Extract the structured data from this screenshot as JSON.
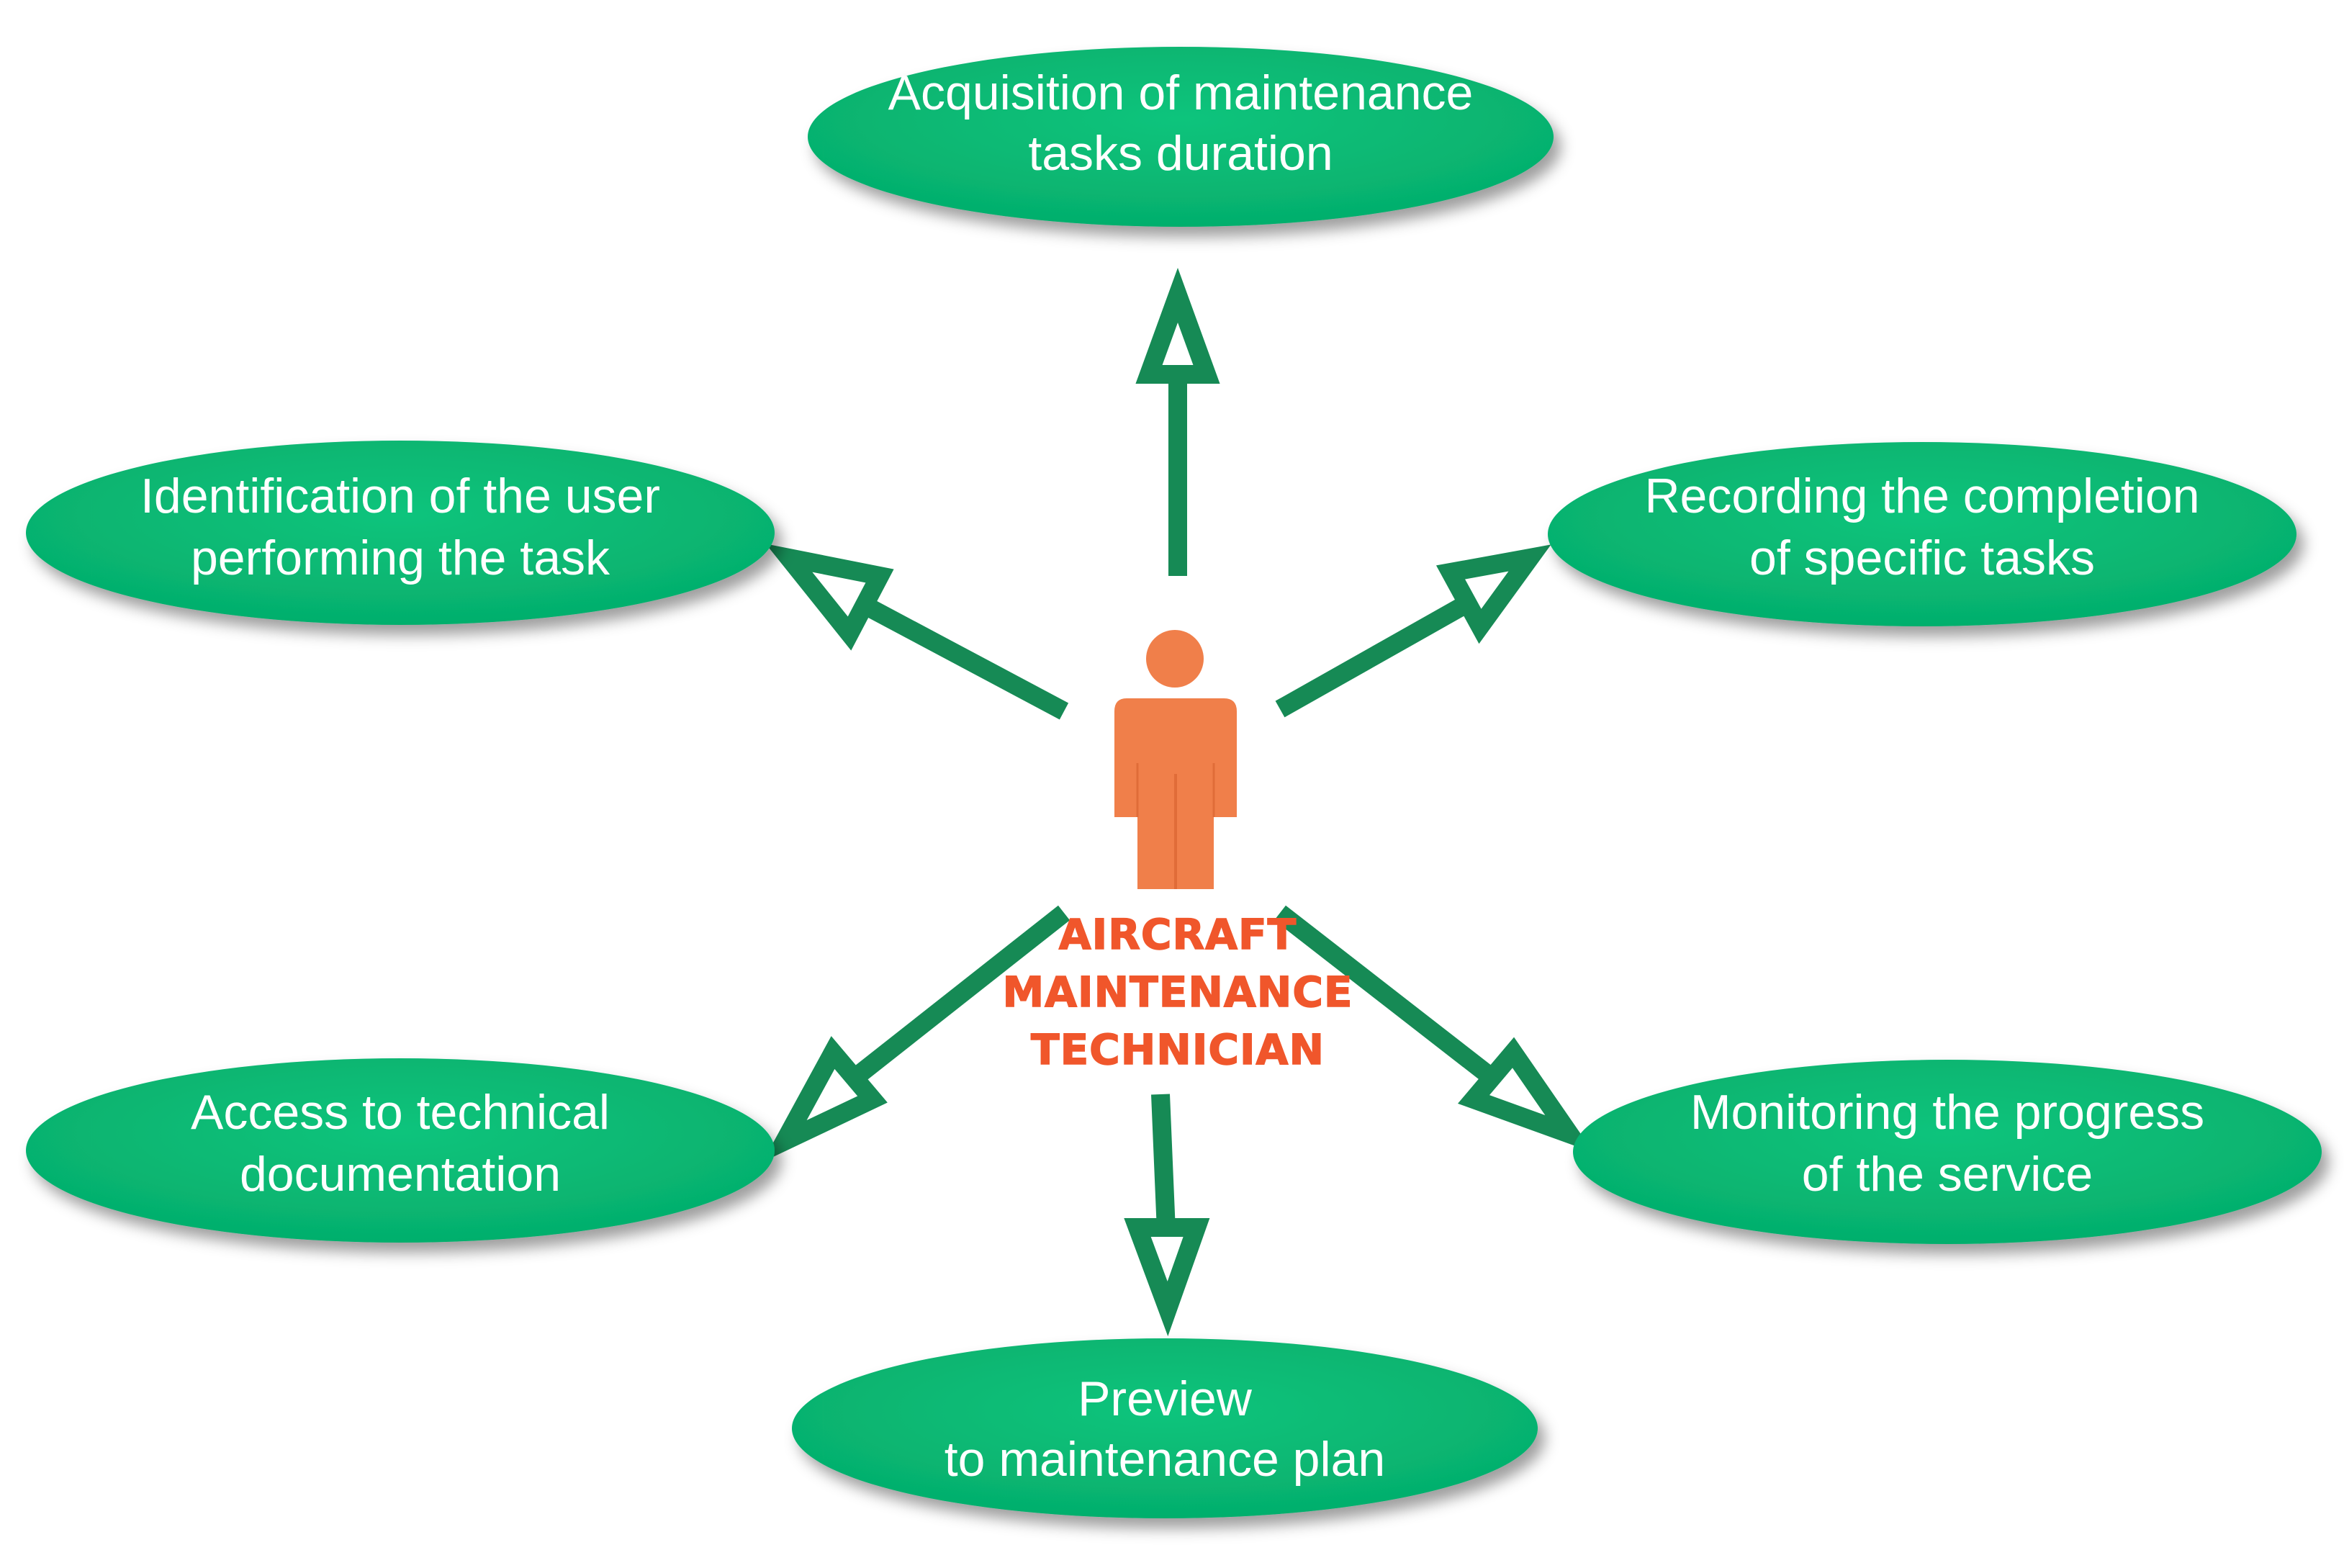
{
  "diagram": {
    "actor": {
      "label_lines": [
        "AIRCRAFT",
        "MAINTENANCE",
        "TECHNICIAN"
      ],
      "icon": "person-icon"
    },
    "use_cases": [
      {
        "id": "top",
        "lines": [
          "Acquisition of maintenance",
          "tasks duration"
        ]
      },
      {
        "id": "upper-left",
        "lines": [
          "Identification of the user",
          "performing the task"
        ]
      },
      {
        "id": "upper-right",
        "lines": [
          "Recording the completion",
          "of specific tasks"
        ]
      },
      {
        "id": "lower-left",
        "lines": [
          "Access to technical",
          "documentation"
        ]
      },
      {
        "id": "lower-right",
        "lines": [
          "Monitoring the progress",
          "of the service"
        ]
      },
      {
        "id": "bottom",
        "lines": [
          "Preview",
          "to maintenance plan"
        ]
      }
    ]
  },
  "colors": {
    "ellipse_fill": "#06b872",
    "arrow": "#168a55",
    "actor": "#f07f4a",
    "actor_text": "#f0562b"
  }
}
